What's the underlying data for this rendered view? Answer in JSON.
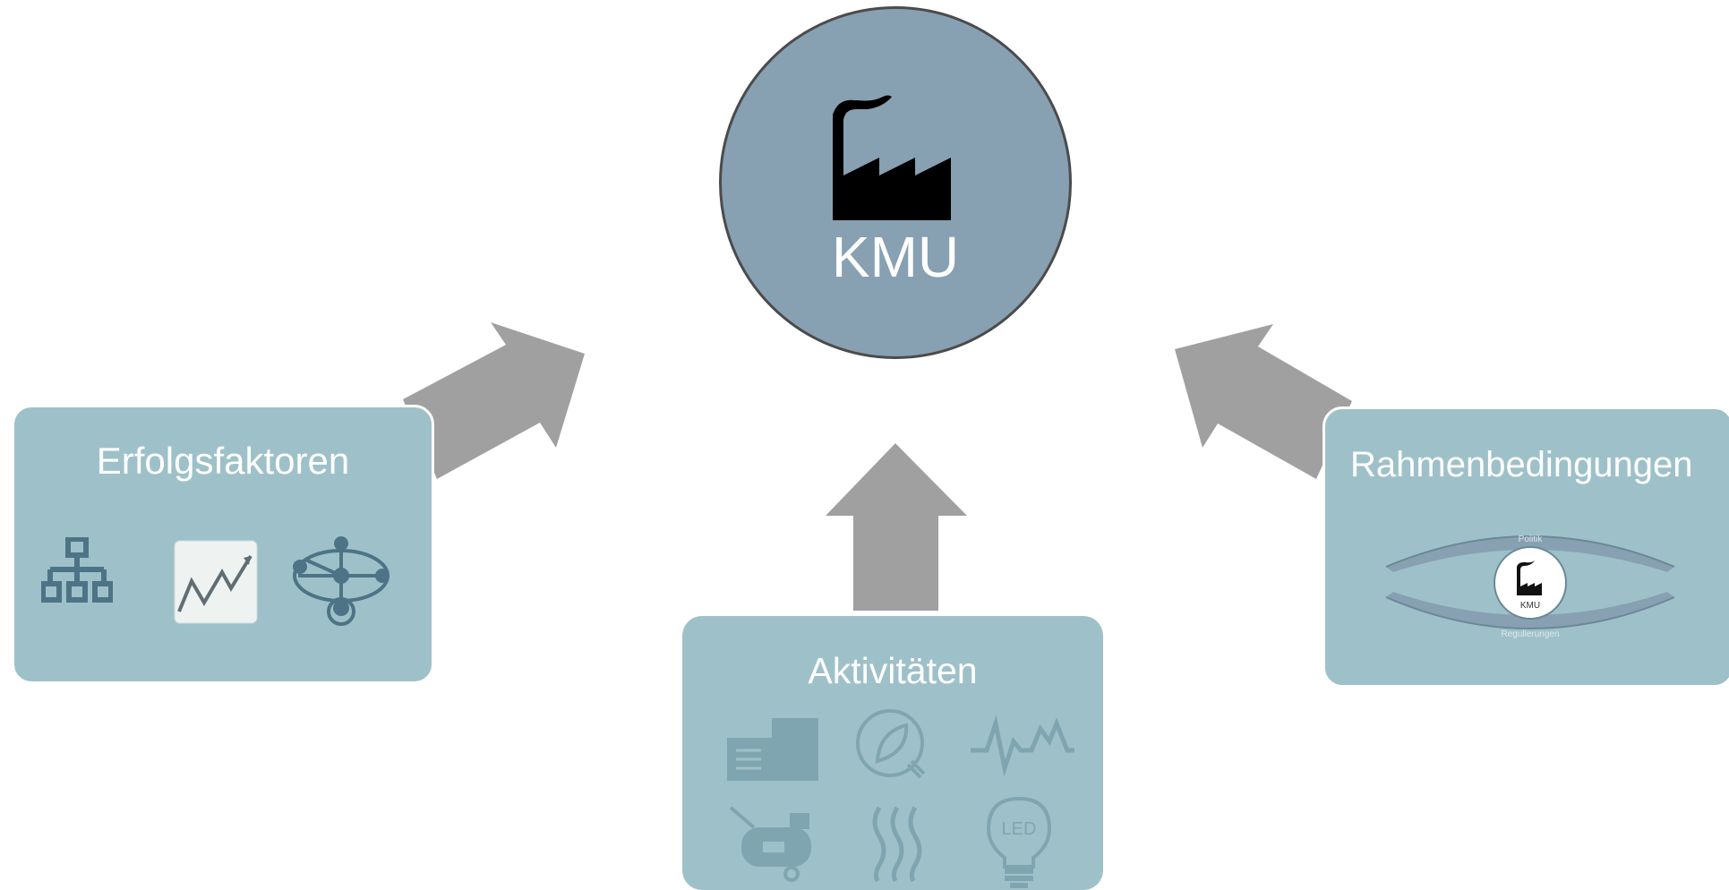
{
  "center": {
    "label": "KMU",
    "icon": "factory-icon"
  },
  "boxes": {
    "erfolgsfaktoren": {
      "title": "Erfolgsfaktoren",
      "icons": [
        "org-chart-icon",
        "growth-chart-icon",
        "network-icon"
      ]
    },
    "aktivitaeten": {
      "title": "Aktivitäten",
      "icons": [
        "machine-icon",
        "green-energy-icon",
        "signal-wave-icon",
        "compressor-icon",
        "heat-icon",
        "led-bulb-icon"
      ],
      "led_label": "LED"
    },
    "rahmenbedingungen": {
      "title": "Rahmenbedingungen",
      "ring_top_label": "Politik",
      "ring_bottom_label": "Regulierungen",
      "inner_label": "KMU"
    }
  },
  "colors": {
    "circle_fill": "#87a0b2",
    "box_fill": "#9ec1c9",
    "arrow_fill": "#a0a0a0",
    "icon_dark": "#4d7386",
    "icon_faded": "#7fa5b0"
  }
}
